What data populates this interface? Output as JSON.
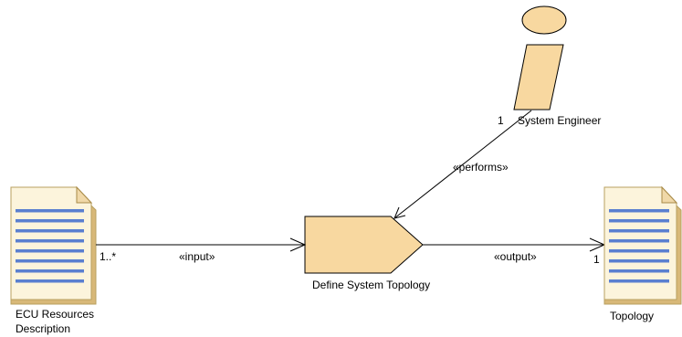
{
  "nodes": {
    "role": {
      "label": "System Engineer",
      "multiplicity": "1",
      "icon": "role-icon"
    },
    "task": {
      "label": "Define System Topology",
      "icon": "task-icon"
    },
    "input_doc": {
      "label_line1": "ECU Resources",
      "label_line2": "Description",
      "icon": "document-icon"
    },
    "output_doc": {
      "label": "Topology",
      "icon": "document-icon"
    }
  },
  "edges": {
    "performs": {
      "label": "«performs»"
    },
    "input": {
      "label": "«input»",
      "multiplicity": "1..*"
    },
    "output": {
      "label": "«output»",
      "multiplicity": "1"
    }
  },
  "colors": {
    "role_fill": "#f8d8a0",
    "document_fill": "#fcf4dc",
    "document_lines": "#5a7fd0"
  }
}
